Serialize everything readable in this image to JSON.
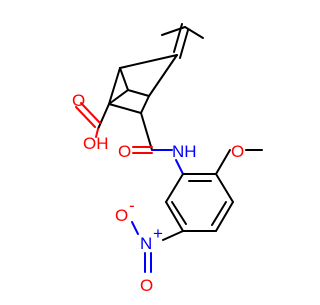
{
  "molecule": {
    "atoms": {
      "hydroxyl": "OH",
      "acid_carbonyl_o": "O",
      "amide_o": "O",
      "amide_nh": "NH",
      "methoxy_o": "O",
      "nitro_n": "N",
      "nitro_n_charge": "+",
      "nitro_o_upper": "O",
      "nitro_o_upper_charge": "-",
      "nitro_o_lower": "O"
    },
    "colors": {
      "bond": "#000000",
      "oxygen": "#ff0000",
      "nitrogen": "#0000ff"
    }
  }
}
